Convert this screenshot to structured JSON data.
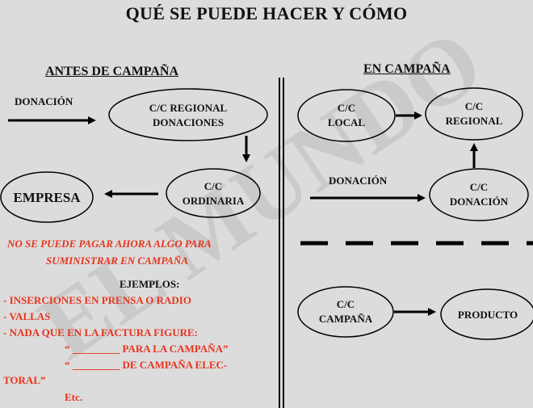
{
  "title": "QUÉ SE PUEDE HACER Y CÓMO",
  "watermark": "EL MUNDO",
  "left": {
    "heading": "ANTES DE CAMPAÑA",
    "donation_label": "DONACIÓN",
    "node_regional": [
      "C/C  REGIONAL",
      "DONACIONES"
    ],
    "node_ordinaria": [
      "C/C",
      "ORDINARIA"
    ],
    "node_empresa": "EMPRESA",
    "warning": [
      "NO SE PUEDE PAGAR AHORA ALGO  PARA",
      "SUMINISTRAR EN CAMPAÑA"
    ],
    "examples_heading": "EJEMPLOS:",
    "examples": [
      "- INSERCIONES EN PRENSA O RADIO",
      "- VALLAS",
      "- NADA QUE EN LA FACTURA FIGURE:"
    ],
    "quote_lines": [
      "“ _________ PARA LA CAMPAÑA”",
      "“ _________ DE CAMPAÑA ELEC-"
    ],
    "quote_tail": "TORAL”",
    "etc": "Etc."
  },
  "right": {
    "heading": "EN CAMPAÑA",
    "node_local": [
      "C/C",
      "LOCAL"
    ],
    "node_regional": [
      "C/C",
      "REGIONAL"
    ],
    "donation_label": "DONACIÓN",
    "node_donacion": [
      "C/C",
      "DONACIÓN"
    ],
    "node_campana": [
      "C/C",
      "CAMPAÑA"
    ],
    "node_producto": "PRODUCTO"
  }
}
